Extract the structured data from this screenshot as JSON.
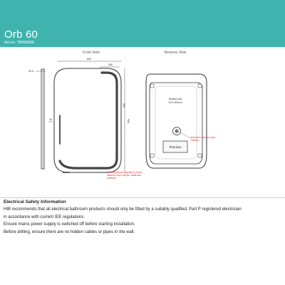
{
  "product": {
    "title": "Orb 60",
    "art_no": "Art.no. 78650000"
  },
  "drawing": {
    "front_view_label": "Front View",
    "reverse_view_label": "Reverse View",
    "dim_width": "600",
    "dim_shelf": "280",
    "dim_height_outer": "900",
    "dim_height_inner": "530",
    "dim_depth": "54.5",
    "dim_side": "35",
    "heated_pad_label": "Heated pad",
    "heated_pad_size": "213 x 820mm",
    "ip44_label": "IP44 Box",
    "sensor_note": "Infrared sensor operates 0-20cm distance from objects, walls and surfaces",
    "cable_note": "Electrical contact point 500mm"
  },
  "safety": {
    "title": "Electrical Safety Information",
    "lines": [
      "HIB recommends that all electrical bathroom products should only be fitted by a suitably qualified, Part P registered electrician",
      "in accordance with current IEE regulations.",
      "Ensure mains power supply is switched off before starting installation.",
      "Before drilling, ensure there are no hidden cables or pipes in the wall."
    ]
  },
  "colors": {
    "header": "#3fb3ae",
    "note_red": "#d9322f",
    "line": "#333333"
  }
}
